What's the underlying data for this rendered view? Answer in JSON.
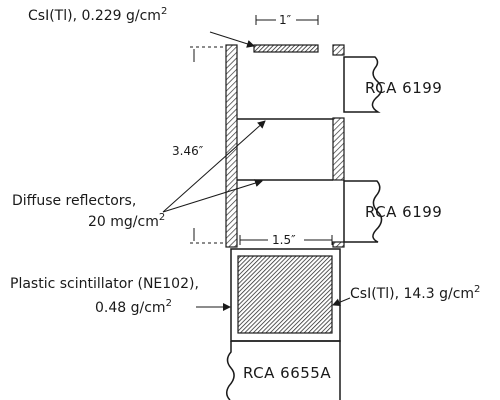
{
  "labels": {
    "csi_thin": "CsI(Tl), 0.229 g/cm",
    "csi_thin_sup": "2",
    "width_top": "1″",
    "pmt_upper": "RCA 6199",
    "pmt_lower": "RCA 6199",
    "height": "3.46″",
    "reflector_line1": "Diffuse reflectors,",
    "reflector_line2": "20 mg/cm",
    "reflector_sup": "2",
    "width_bottom": "1.5″",
    "plastic_line1": "Plastic scintillator (NE102),",
    "plastic_line2": "0.48 g/cm",
    "plastic_sup": "2",
    "csi_thick": "CsI(Tl), 14.3 g/cm",
    "csi_thick_sup": "2",
    "pmt_bottom": "RCA 6655A"
  },
  "colors": {
    "ink": "#1a1a1a",
    "paper": "#ffffff",
    "hatch": "#333333"
  }
}
